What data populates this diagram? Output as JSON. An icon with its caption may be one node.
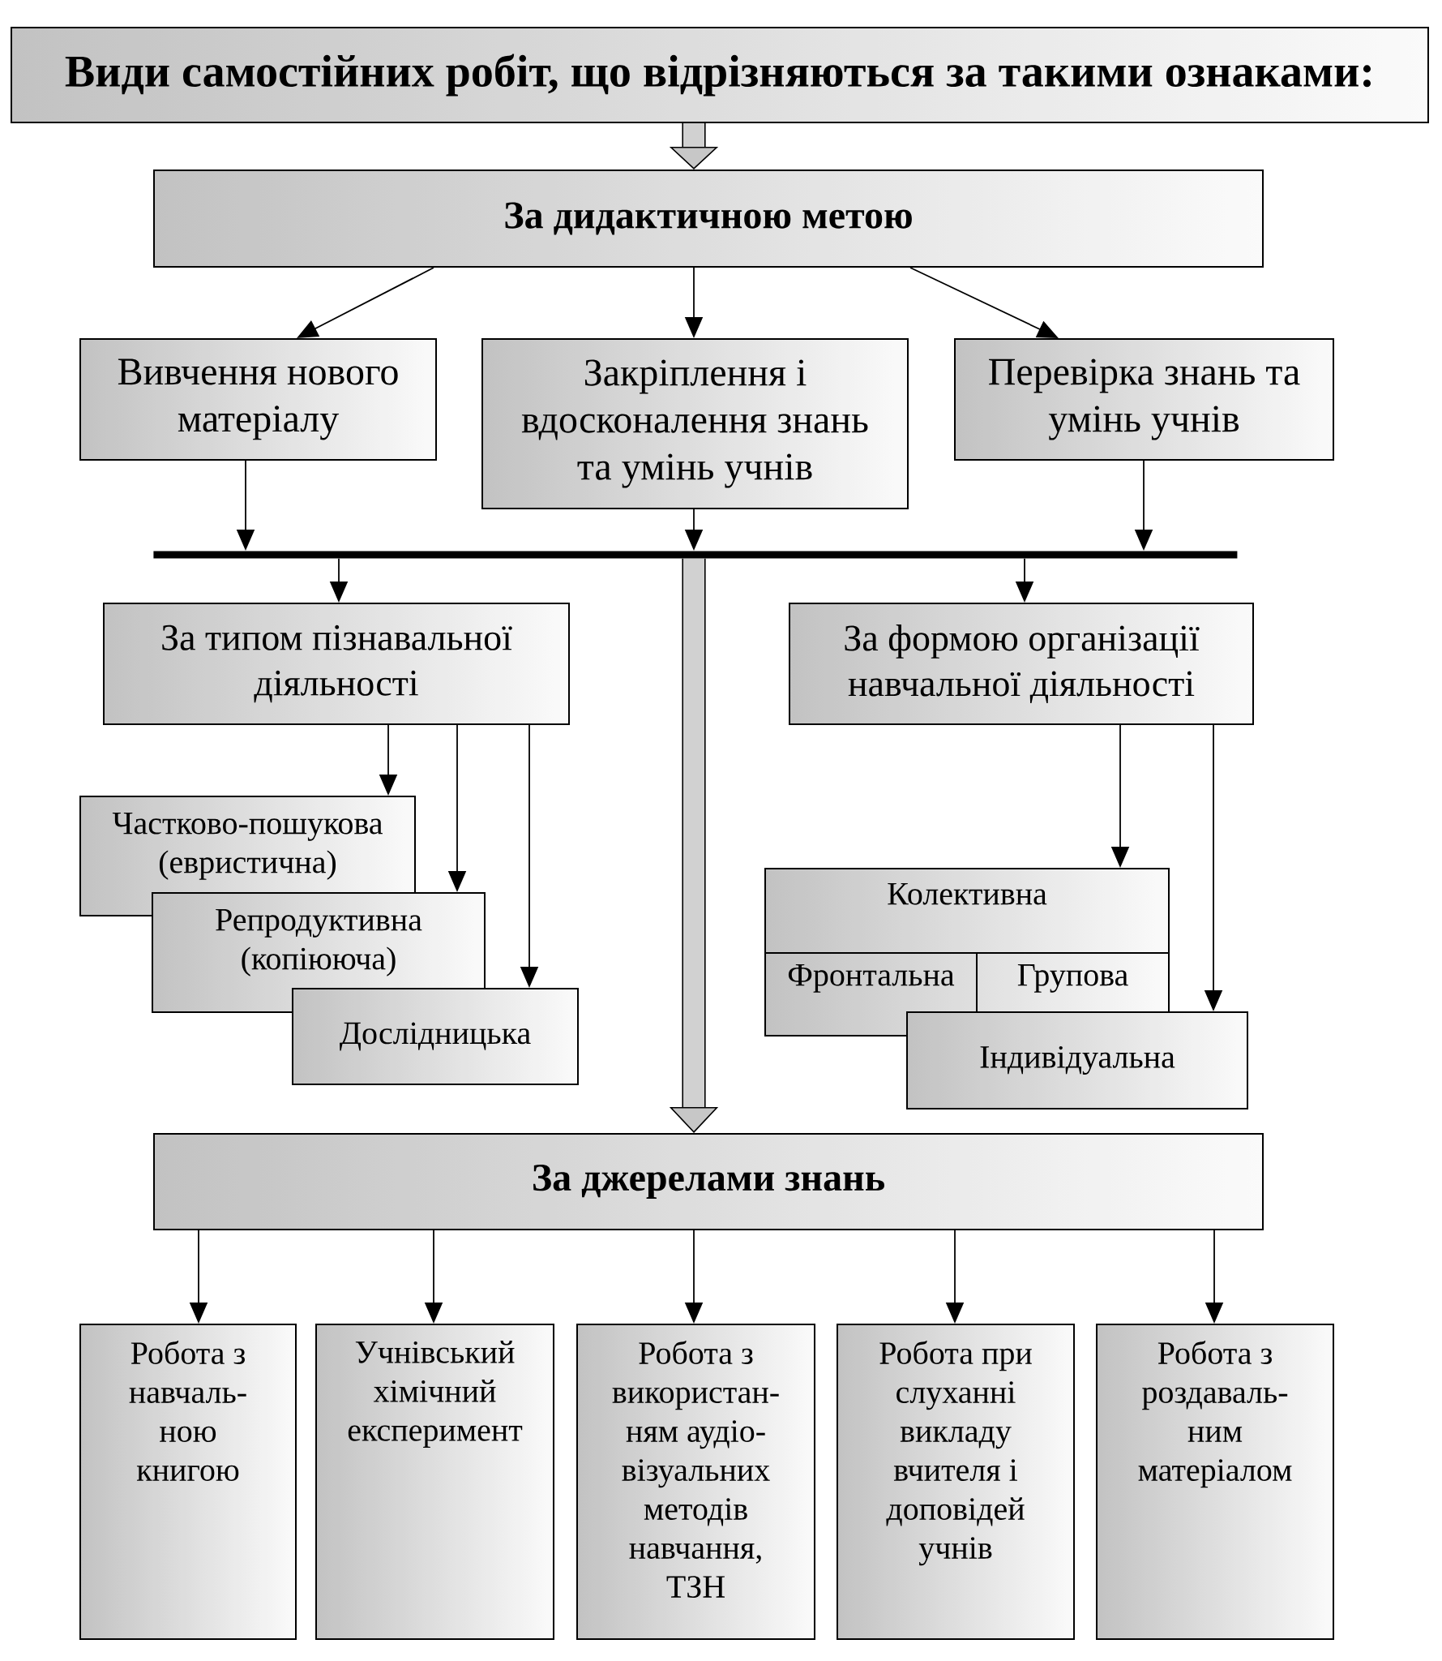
{
  "diagram": {
    "nodes": [
      {
        "text": [
          "Види самостійних робіт, що відрізняються за такими ознаками:"
        ]
      },
      {
        "text": [
          "За дидактичною метою"
        ]
      },
      {
        "text": [
          "Вивчення нового матеріалу"
        ]
      },
      {
        "text": [
          "Закріплення і вдосконалення знань та умінь учнів"
        ]
      },
      {
        "text": [
          "Перевірка знань та умінь учнів"
        ]
      },
      {
        "text": [],
        "shape": "bar"
      },
      {
        "text": [
          "За типом пізнавальної діяльності"
        ]
      },
      {
        "text": [
          "За формою організації навчальної діяльності"
        ]
      },
      {
        "text": [
          "Частково-пошукова (евристична)"
        ]
      },
      {
        "text": [
          "Репродуктивна (копіююча)"
        ]
      },
      {
        "text": [
          "Дослідницька"
        ]
      },
      {
        "text": [
          "Колективна"
        ]
      },
      {
        "text": [
          "Фронтальна"
        ],
        "in": 11
      },
      {
        "text": [
          "Групова"
        ],
        "in": 11
      },
      {
        "text": [
          "Індивідуальна"
        ]
      },
      {
        "text": [
          "За джерелами знань"
        ]
      },
      {
        "text": [
          "Робота з навчаль- ною книгою"
        ]
      },
      {
        "text": [
          "Учнівський хімічний експеримент"
        ]
      },
      {
        "text": [
          "Робота з використан- ням аудіо- візуальних методів навчання, ТЗН"
        ]
      },
      {
        "text": [
          "Робота при слуханні викладу вчителя і доповідей учнів"
        ]
      },
      {
        "text": [
          "Робота з роздаваль- ним матеріалом"
        ]
      }
    ],
    "edges": [
      {
        "from": 0,
        "to": 1,
        "arrow": "to",
        "style": "thick"
      },
      {
        "from": 1,
        "to": 2,
        "arrow": "to"
      },
      {
        "from": 1,
        "to": 3,
        "arrow": "to"
      },
      {
        "from": 1,
        "to": 4,
        "arrow": "to"
      },
      {
        "from": 2,
        "to": 5,
        "arrow": "to"
      },
      {
        "from": 3,
        "to": 5,
        "arrow": "to"
      },
      {
        "from": 4,
        "to": 5,
        "arrow": "to"
      },
      {
        "from": 5,
        "to": 6,
        "arrow": "to"
      },
      {
        "from": 5,
        "to": 7,
        "arrow": "to"
      },
      {
        "from": 5,
        "to": 15,
        "arrow": "to",
        "style": "thick"
      },
      {
        "from": 6,
        "to": 8,
        "arrow": "to"
      },
      {
        "from": 6,
        "to": 9,
        "arrow": "to"
      },
      {
        "from": 6,
        "to": 10,
        "arrow": "to"
      },
      {
        "from": 7,
        "to": 11,
        "arrow": "to"
      },
      {
        "from": 7,
        "to": 14,
        "arrow": "to"
      },
      {
        "from": 15,
        "to": 16,
        "arrow": "to"
      },
      {
        "from": 15,
        "to": 17,
        "arrow": "to"
      },
      {
        "from": 15,
        "to": 18,
        "arrow": "to"
      },
      {
        "from": 15,
        "to": 19,
        "arrow": "to"
      },
      {
        "from": 15,
        "to": 20,
        "arrow": "to"
      }
    ]
  }
}
